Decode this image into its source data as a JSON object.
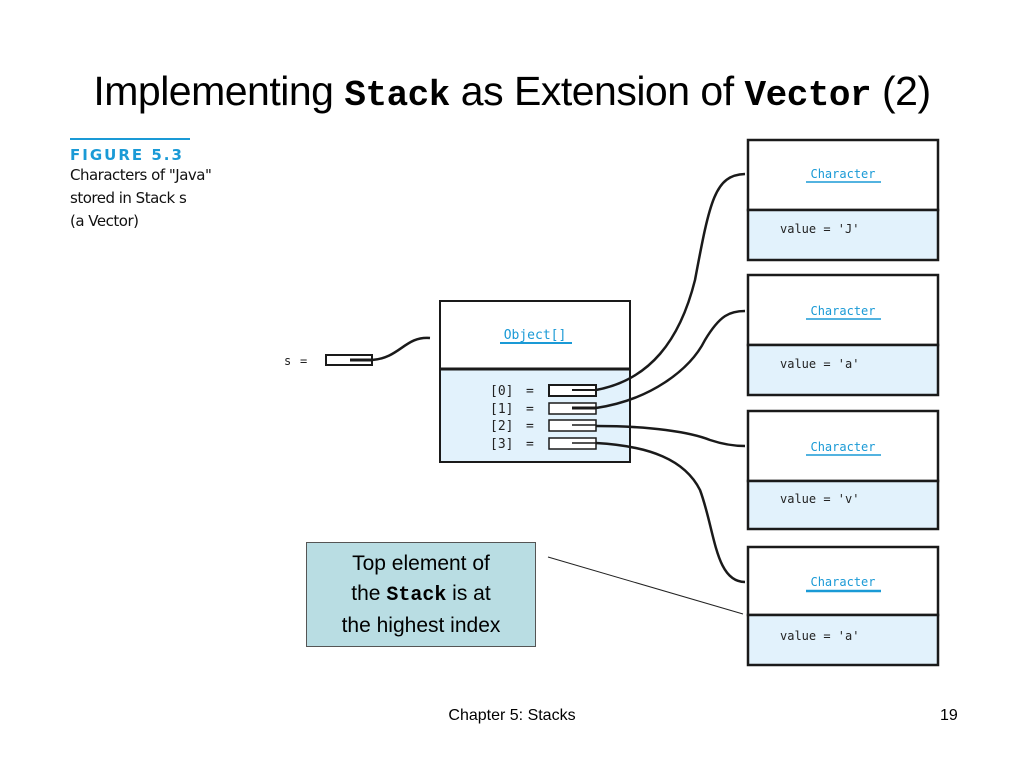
{
  "title": {
    "prefix": "Implementing ",
    "code1": "Stack",
    "middle": " as Extension of ",
    "code2": "Vector",
    "suffix": " (2)"
  },
  "figure": {
    "label": "FIGURE 5.3",
    "caption_lines": [
      "Characters of \"Java\"",
      "stored in Stack  s",
      "(a Vector)"
    ]
  },
  "diagram": {
    "variable": {
      "name": "s",
      "equals": "="
    },
    "array": {
      "type": "Object[]",
      "entries": [
        {
          "index": "[0]",
          "equals": "="
        },
        {
          "index": "[1]",
          "equals": "="
        },
        {
          "index": "[2]",
          "equals": "="
        },
        {
          "index": "[3]",
          "equals": "="
        }
      ]
    },
    "characters": [
      {
        "type": "Character",
        "field": "value = 'J'"
      },
      {
        "type": "Character",
        "field": "value = 'a'"
      },
      {
        "type": "Character",
        "field": "value = 'v'"
      },
      {
        "type": "Character",
        "field": "value = 'a'"
      }
    ],
    "colors": {
      "type_link": "#1a9ad6",
      "field_fill": "#e2f2fc",
      "border": "#1a1a1a",
      "callout_fill": "#b9dde3"
    }
  },
  "callout": {
    "line1": "Top element of",
    "line2_prefix": "the ",
    "line2_code": "Stack",
    "line2_suffix": " is at",
    "line3": "the highest index"
  },
  "footer": {
    "chapter": "Chapter 5: Stacks",
    "page": "19"
  }
}
